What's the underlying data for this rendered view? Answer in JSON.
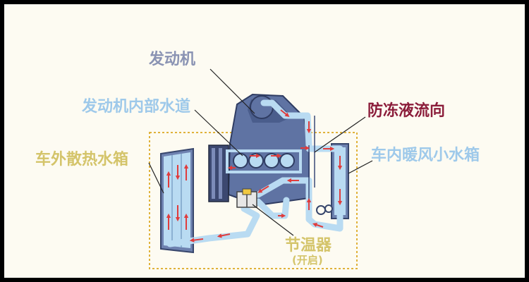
{
  "labels": {
    "engine": "发动机",
    "engine_channel": "发动机内部水道",
    "coolant_flow": "防冻液流向",
    "external_radiator": "车外散热水箱",
    "cabin_heater_core": "车内暖风小水箱",
    "thermostat": "节温器",
    "thermostat_state": "(开启)"
  },
  "colors": {
    "background": "#fdfbf2",
    "frame": "#000000",
    "engine_label": "#8a93b3",
    "channel_label": "#9ec9ea",
    "flow_label": "#8b1c3a",
    "radiator_label": "#d4c46a",
    "heater_label": "#9ec9ea",
    "thermostat_label": "#d4c46a",
    "engine_body": "#5f73a3",
    "coolant_pipe": "#b9dbf2",
    "flow_arrow": "#e03c3c",
    "dotted_box": "#e0b23a"
  }
}
